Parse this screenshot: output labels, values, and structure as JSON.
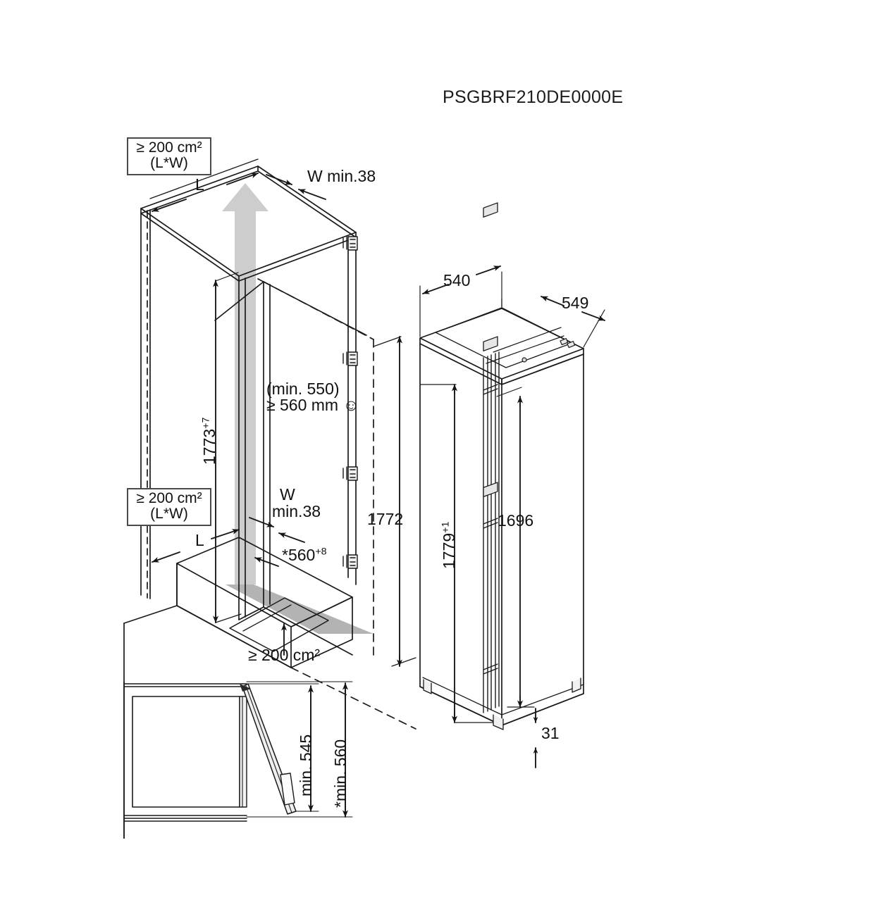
{
  "document": {
    "title": "PSGBRF210DE0000E",
    "type": "appliance-installation-dimension-drawing",
    "units": "mm"
  },
  "notes": {
    "vent_top": {
      "line1": "≥ 200 cm²",
      "line2": "(L*W)"
    },
    "vent_bottom": {
      "line1": "≥ 200 cm²",
      "line2": "(L*W)"
    },
    "vent_base": "≥ 200 cm²",
    "niche_depth_min": "(min. 550)",
    "niche_depth_rec": "≥ 560 mm ☺"
  },
  "labels": {
    "L_top": "L",
    "L_bottom": "L",
    "W_min_top": "W min.38",
    "W_min_mid_line1": "W",
    "W_min_mid_line2": "min.38"
  },
  "dimensions": {
    "niche_height": {
      "value": "1773",
      "tolerance": "+7"
    },
    "niche_width": {
      "value": "*560",
      "tolerance": "+8"
    },
    "niche_door_height": {
      "value": "1772",
      "tolerance": ""
    },
    "appliance_depth": {
      "value": "540",
      "tolerance": ""
    },
    "appliance_depth_total": {
      "value": "549",
      "tolerance": ""
    },
    "appliance_height": {
      "value": "1779",
      "tolerance": "+1"
    },
    "door_panel_height": {
      "value": "1696",
      "tolerance": ""
    },
    "plinth_height": {
      "value": "31",
      "tolerance": ""
    },
    "door_swing_depth": {
      "value": "min. 545",
      "tolerance": ""
    },
    "door_swing_depth_alt": {
      "value": "*min. 560",
      "tolerance": ""
    }
  },
  "colors": {
    "line": "#1a1a1a",
    "airflow_arrow": "#c9c9c9",
    "shadow_fill": "#9a9a9a",
    "note_border": "#4a4a4a",
    "background": "#ffffff"
  }
}
